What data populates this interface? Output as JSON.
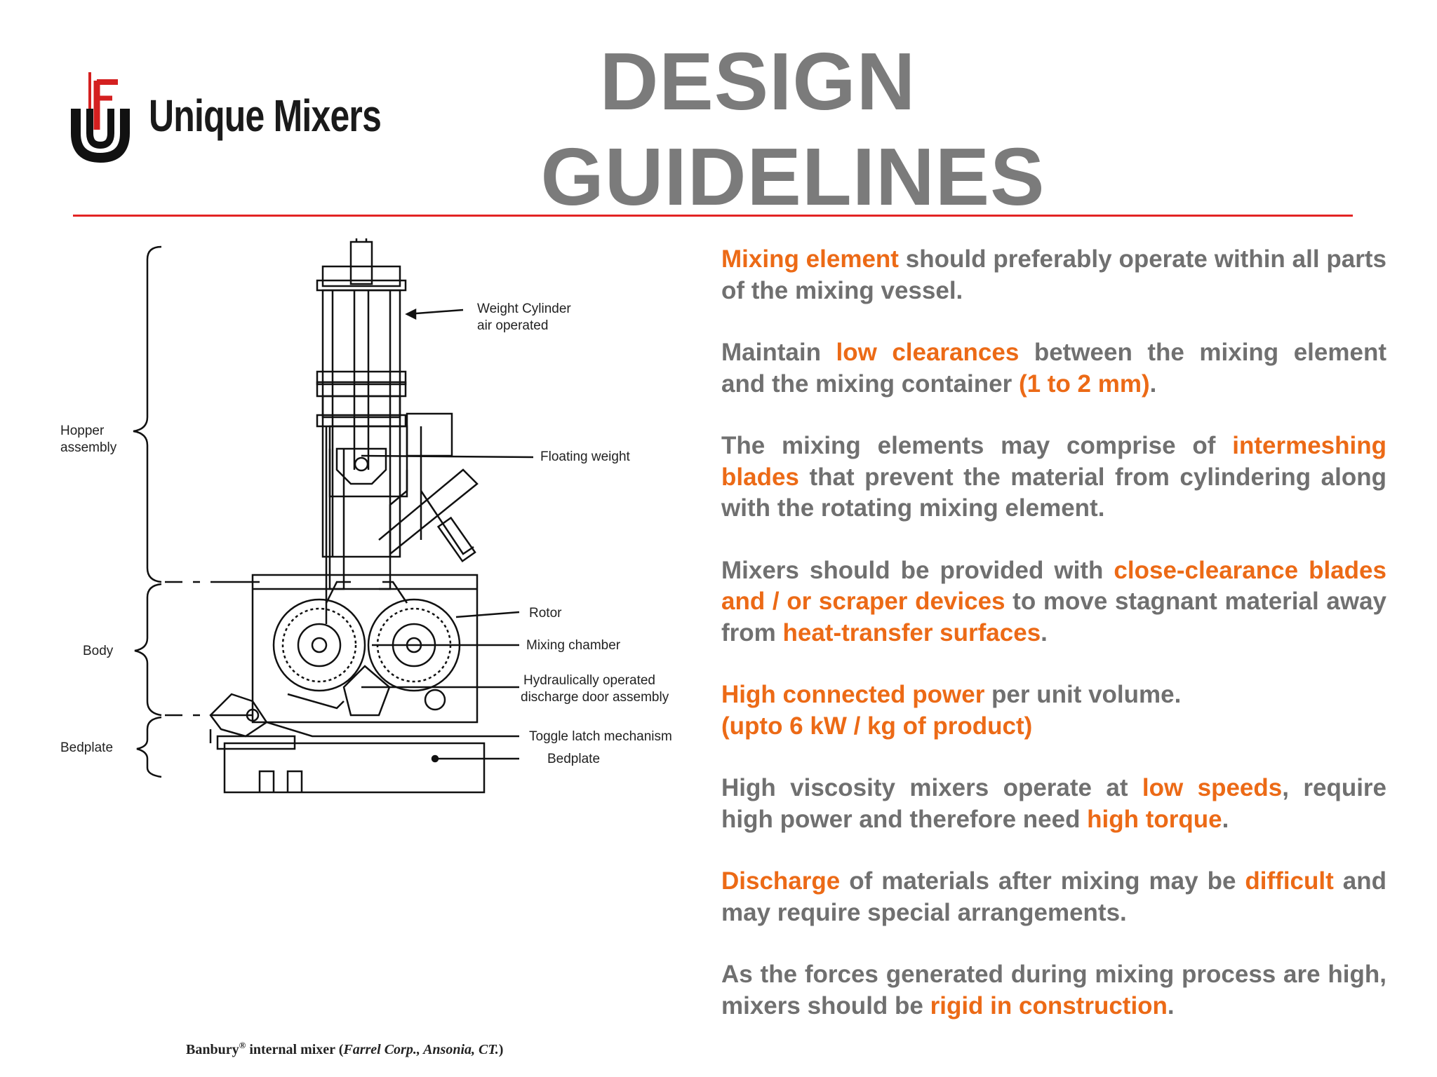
{
  "logo": {
    "text": "Unique Mixers",
    "icon": "unique-mixers-logo-icon"
  },
  "title": {
    "line1": "DESIGN",
    "line2": "GUIDELINES"
  },
  "colors": {
    "title": "#7b7b7b",
    "body": "#707070",
    "highlight": "#ec6a16",
    "rule": "#e32424"
  },
  "diagram": {
    "labels": {
      "weight_cylinder_1": "Weight Cylinder",
      "weight_cylinder_2": "air operated",
      "hopper_1": "Hopper",
      "hopper_2": "assembly",
      "floating_weight": "Floating weight",
      "rotor": "Rotor",
      "mixing_chamber": "Mixing chamber",
      "hydraulic_1": "Hydraulically operated",
      "hydraulic_2": "discharge door assembly",
      "body": "Body",
      "toggle": "Toggle latch mechanism",
      "bedplate_left": "Bedplate",
      "bedplate_right": "Bedplate"
    },
    "caption": {
      "name": "Banbury",
      "reg": "®",
      "mid": " internal mixer (",
      "maker": "Farrel Corp., Ansonia, CT.",
      "end": ")"
    }
  },
  "guidelines": [
    {
      "segments": [
        {
          "text": "Mixing element",
          "hl": true
        },
        {
          "text": " should preferably operate within all parts of the mixing vessel.",
          "hl": false
        }
      ]
    },
    {
      "segments": [
        {
          "text": "Maintain ",
          "hl": false
        },
        {
          "text": "low clearances",
          "hl": true
        },
        {
          "text": " between the mixing element and the mixing container ",
          "hl": false
        },
        {
          "text": "(1 to 2 mm)",
          "hl": true
        },
        {
          "text": ".",
          "hl": false
        }
      ]
    },
    {
      "segments": [
        {
          "text": "The mixing elements may comprise of ",
          "hl": false
        },
        {
          "text": "intermeshing blades",
          "hl": true
        },
        {
          "text": " that prevent the material from cylindering along with the rotating mixing element.",
          "hl": false
        }
      ]
    },
    {
      "segments": [
        {
          "text": "Mixers should be provided with ",
          "hl": false
        },
        {
          "text": "close-clearance blades and / or scraper devices",
          "hl": true
        },
        {
          "text": " to move stagnant material away from ",
          "hl": false
        },
        {
          "text": "heat-transfer surfaces",
          "hl": true
        },
        {
          "text": ".",
          "hl": false
        }
      ]
    },
    {
      "segments": [
        {
          "text": "High connected power",
          "hl": true
        },
        {
          "text": " per unit volume.",
          "hl": false
        }
      ],
      "line2": "(upto 6 kW / kg of product)"
    },
    {
      "segments": [
        {
          "text": "High viscosity mixers operate at ",
          "hl": false
        },
        {
          "text": "low speeds",
          "hl": true
        },
        {
          "text": ", require high power and therefore need ",
          "hl": false
        },
        {
          "text": "high torque",
          "hl": true
        },
        {
          "text": ".",
          "hl": false
        }
      ]
    },
    {
      "segments": [
        {
          "text": "Discharge",
          "hl": true
        },
        {
          "text": " of materials after mixing may be ",
          "hl": false
        },
        {
          "text": "difficult",
          "hl": true
        },
        {
          "text": " and may require special arrangements.",
          "hl": false
        }
      ]
    },
    {
      "segments": [
        {
          "text": "As the forces generated during mixing process are high, mixers should be  ",
          "hl": false
        },
        {
          "text": "rigid in construction",
          "hl": true
        },
        {
          "text": ".",
          "hl": false
        }
      ]
    }
  ]
}
